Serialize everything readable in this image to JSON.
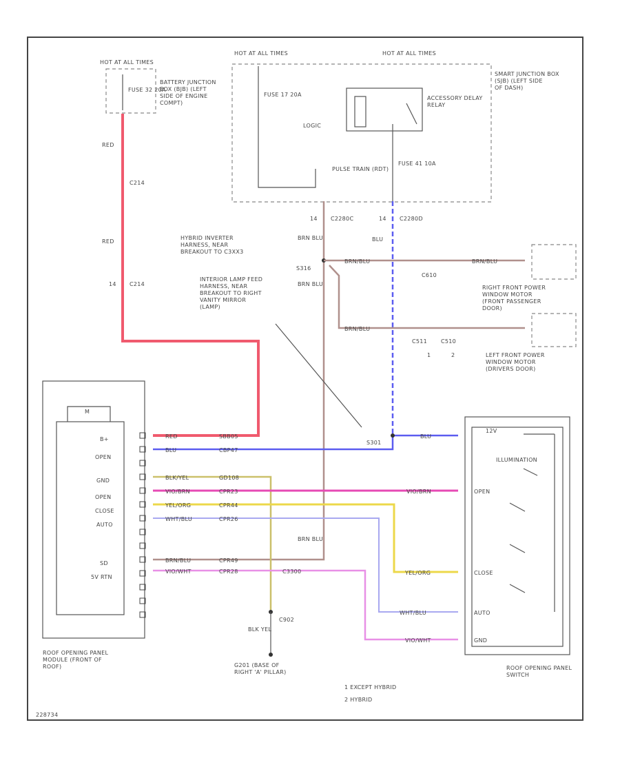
{
  "labels": {
    "hot_at_all_times_1": "HOT AT ALL TIMES",
    "hot_at_all_times_2": "HOT AT ALL TIMES",
    "hot_at_all_times_3": "HOT AT ALL TIMES",
    "fuse_32": "FUSE 32 20A",
    "battery_jbox": "BATTERY JUNCTION BOX (BJB) (LEFT SIDE OF ENGINE COMPT)",
    "fuse_17": "FUSE 17 20A",
    "logic": "LOGIC",
    "pulse_train": "PULSE TRAIN (RDT)",
    "accessory_relay": "ACCESSORY DELAY RELAY",
    "fuse_41": "FUSE 41 10A",
    "smart_jbox": "SMART JUNCTION BOX (SJB) (LEFT SIDE OF DASH)",
    "red_1": "RED",
    "c214_a": "C214",
    "red_2": "RED",
    "c214_b": "C214",
    "pin_a": "14",
    "pin_c2280c_num": "14",
    "c2280c": "C2280C",
    "pin_c2280d_num": "14",
    "c2280d": "C2280D",
    "hybrid_note": "HYBRID INVERTER HARNESS, NEAR BREAKOUT TO C3XX3",
    "s316": "S316",
    "brn_blu_1": "BRN BLU",
    "blu_1": "BLU",
    "brn_blu_2": "BRN BLU",
    "brn_blu_wire_1": "BRN/BLU",
    "c610": "C610",
    "brn_blu_wire_2": "BRN/BLU",
    "right_motor": "RIGHT FRONT POWER WINDOW MOTOR (FRONT PASSENGER DOOR)",
    "interior_lamp_note": "INTERIOR LAMP FEED HARNESS, NEAR BREAKOUT TO RIGHT VANITY MIRROR (LAMP)",
    "brn_blu_wire_3": "BRN/BLU",
    "c511": "C511",
    "c510": "C510",
    "fn1": "1",
    "fn2": "2",
    "left_motor": "LEFT FRONT POWER WINDOW MOTOR (DRIVERS DOOR)",
    "m_symbol": "M",
    "pin_bplus": "B+",
    "pin_open": "OPEN",
    "pin_gnd": "GND",
    "pin_open2": "OPEN",
    "pin_close": "CLOSE",
    "pin_auto": "AUTO",
    "pin_sd": "SD",
    "pin_5vrtn": "5V RTN",
    "s301": "S301",
    "w_red": "RED",
    "w_sbb05": "SBB05",
    "w_blu": "BLU",
    "w_cbp47": "CBP47",
    "w_blk_yel": "BLK/YEL",
    "w_gd108": "GD108",
    "w_vio_brn": "VIO/BRN",
    "w_cpr23": "CPR23",
    "w_yel_org": "YEL/ORG",
    "w_cpr44": "CPR44",
    "w_wht_blu": "WHT/BLU",
    "w_cpr26": "CPR26",
    "w_brn_blu": "BRN/BLU",
    "w_cpr49": "CPR49",
    "w_vio_wht": "VIO/WHT",
    "w_cpr28": "CPR28",
    "c3300": "C3300",
    "brn_blu_3": "BRN BLU",
    "blu_r": "BLU",
    "vio_brn_r": "VIO/BRN",
    "yel_org_r": "YEL/ORG",
    "wht_blu_r": "WHT/BLU",
    "vio_wht_r": "VIO/WHT",
    "sw_12v": "12V",
    "sw_illum": "ILLUMINATION",
    "sw_open": "OPEN",
    "sw_close": "CLOSE",
    "sw_auto": "AUTO",
    "sw_gnd": "GND",
    "c902": "C902",
    "blk_yel_2": "BLK YEL",
    "g201": "G201 (BASE OF RIGHT 'A' PILLAR)",
    "roof_module": "ROOF OPENING PANEL MODULE (FRONT OF ROOF)",
    "roof_switch": "ROOF OPENING PANEL SWITCH",
    "legend_1": "1  EXCEPT HYBRID",
    "legend_2": "2  HYBRID",
    "fig_id": "228734"
  },
  "colors": {
    "red": "#f05a6e",
    "blue": "#5b5cf0",
    "brown": "#b0908c",
    "yellow": "#ecd84a",
    "magenta": "#e64ab4",
    "light_blue": "#b8b8f2",
    "violet": "#e890e6",
    "olive": "#cbc06a",
    "pale_blue": "#a8a8f0",
    "frame": "#444444"
  }
}
